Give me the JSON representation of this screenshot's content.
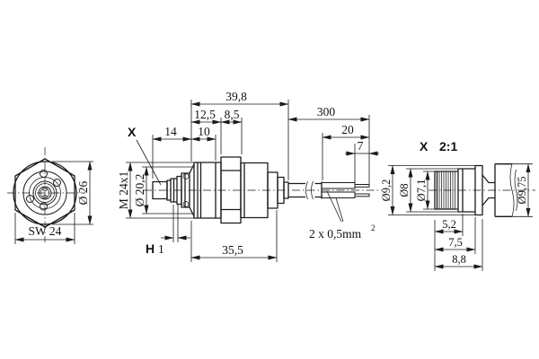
{
  "colors": {
    "line": "#1a1a1a",
    "background": "#ffffff"
  },
  "front_view": {
    "outer_diameter": "Ø 26",
    "wrench_size": "SW 24"
  },
  "side_view": {
    "detail_marker": "X",
    "thread": "M 24x1",
    "body_diameter": "Ø 20,2",
    "len_total": "39,8",
    "len_a": "12,5",
    "len_b": "8,5",
    "len_c": "14",
    "len_d": "10",
    "len_body": "35,5",
    "groove_label": "H",
    "groove_value": "1",
    "cable_length": "300",
    "wire_free": "20",
    "wire_strip": "7",
    "wire_spec": "2 x 0,5mm",
    "wire_spec_sup": "2"
  },
  "detail_view": {
    "title_marker": "X",
    "title_scale": "2:1",
    "dia_outer": "Ø9,2",
    "dia_mid": "Ø8",
    "dia_inner": "Ø7,1",
    "dia_plug": "Ø9,75",
    "len_knurl": "5,2",
    "len_mid": "7,5",
    "len_total": "8,8"
  }
}
